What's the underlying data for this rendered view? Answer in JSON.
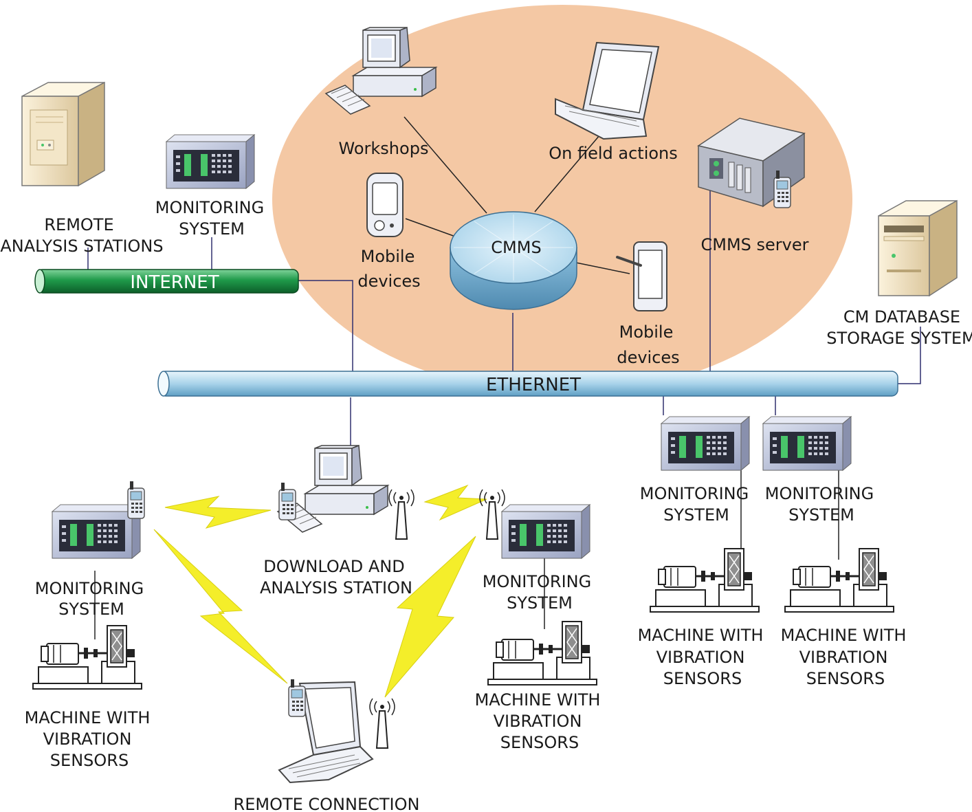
{
  "colors": {
    "cloud": "#f4c8a4",
    "internet_pipe": "#1f9a4a",
    "ethernet_pipe": "#a9d3ea",
    "cmms_disc": "#b9dcef",
    "bolt": "#f4ee2a"
  },
  "cloud": {
    "workshops": "Workshops",
    "on_field_actions": "On field actions",
    "cmms": "CMMS",
    "cmms_server": "CMMS server",
    "mobile_devices_left_1": "Mobile",
    "mobile_devices_left_2": "devices",
    "mobile_devices_right_1": "Mobile",
    "mobile_devices_right_2": "devices"
  },
  "networks": {
    "internet": "INTERNET",
    "ethernet": "ETHERNET"
  },
  "nodes": {
    "remote_analysis_1": "REMOTE",
    "remote_analysis_2": "ANALYSIS STATIONS",
    "monitoring_top_1": "MONITORING",
    "monitoring_top_2": "SYSTEM",
    "cm_db_1": "CM  DATABASE",
    "cm_db_2": "STORAGE SYSTEM",
    "download_1": "DOWNLOAD AND",
    "download_2": "ANALYSIS STATION",
    "remote_connection": "REMOTE CONNECTION",
    "monitoring_left_1": "MONITORING",
    "monitoring_left_2": "SYSTEM",
    "monitoring_mid_1": "MONITORING",
    "monitoring_mid_2": "SYSTEM",
    "monitoring_r1_1": "MONITORING",
    "monitoring_r1_2": "SYSTEM",
    "monitoring_r2_1": "MONITORING",
    "monitoring_r2_2": "SYSTEM"
  },
  "machines": {
    "left_1": "MACHINE WITH",
    "left_2": "VIBRATION",
    "left_3": "SENSORS",
    "mid_1": "MACHINE WITH",
    "mid_2": "VIBRATION",
    "mid_3": "SENSORS",
    "r1_1": "MACHINE WITH",
    "r1_2": "VIBRATION",
    "r1_3": "SENSORS",
    "r2_1": "MACHINE WITH",
    "r2_2": "VIBRATION",
    "r2_3": "SENSORS"
  },
  "icons": [
    "server-tower-icon",
    "rack-monitor-icon",
    "desktop-computer-icon",
    "laptop-icon",
    "pda-icon",
    "tablet-icon",
    "rack-server-icon",
    "mobile-phone-icon",
    "antenna-icon",
    "machine-icon",
    "wireless-link-icon",
    "database-disc-icon"
  ]
}
